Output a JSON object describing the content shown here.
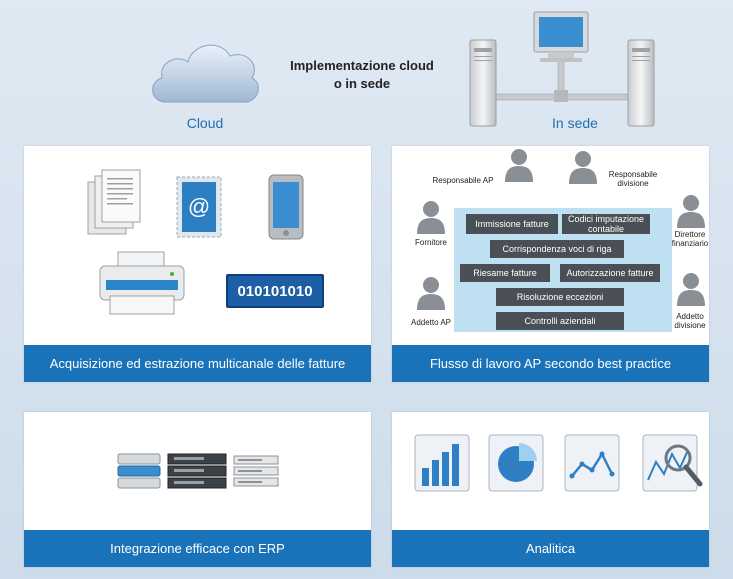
{
  "header": {
    "title": "Implementazione cloud o in sede",
    "title_line1": "Implementazione cloud",
    "title_line2": "o in sede",
    "cloud_label": "Cloud",
    "onprem_label": "In sede"
  },
  "panels": {
    "capture": {
      "label": "Acquisizione ed estrazione multicanale delle fatture",
      "binary_text": "010101010"
    },
    "workflow": {
      "label": "Flusso di lavoro AP secondo best practice",
      "roles": {
        "ap_manager": "Responsabile AP",
        "division_manager": "Responsabile divisione",
        "supplier": "Fornitore",
        "cfo": "Direttore finanziario",
        "ap_clerk": "Addetto AP",
        "division_clerk": "Addetto divisione"
      },
      "steps": {
        "invoice_entry": "Immissione fatture",
        "gl_coding": "Codici imputazione contabile",
        "line_matching": "Corrispondenza voci di riga",
        "invoice_review": "Riesame fatture",
        "invoice_approval": "Autorizzazione fatture",
        "exception_resolution": "Risoluzione eccezioni",
        "corporate_controls": "Controlli aziendali"
      }
    },
    "erp": {
      "label": "Integrazione efficace con ERP"
    },
    "analytics": {
      "label": "Analitica"
    }
  },
  "colors": {
    "accent_blue": "#1a73b9",
    "label_blue": "#1f6fb3",
    "step_box": "#4a4f55",
    "workflow_center": "#bfe0f0",
    "background": "#d7e3ef"
  },
  "icons": {
    "cloud": "cloud-icon",
    "servers": "server-monitor-icon",
    "documents": "documents-icon",
    "email": "email-stamp-icon",
    "phone": "mobile-phone-icon",
    "printer": "printer-scanner-icon",
    "binary": "binary-data-icon",
    "person": "person-silhouette-icon",
    "erp": "erp-servers-icon",
    "bar_chart": "bar-chart-icon",
    "pie_chart": "pie-chart-icon",
    "line_chart": "line-chart-icon",
    "magnify_chart": "magnify-chart-icon"
  }
}
